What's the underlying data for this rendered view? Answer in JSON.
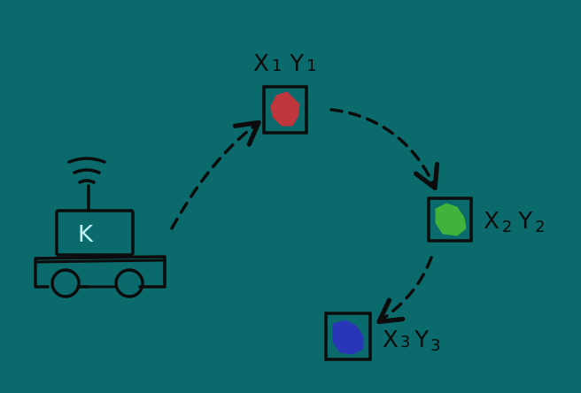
{
  "diagram": {
    "robot": {
      "label": "K",
      "body_color": "#0b7375",
      "outline_color": "#0c0c0c",
      "label_color": "#bff3f1"
    },
    "waypoints": [
      {
        "id": "wp1",
        "x_label": "X",
        "x_sub": "1",
        "y_label": "Y",
        "y_sub": "1",
        "blob_color": "#c0363d"
      },
      {
        "id": "wp2",
        "x_label": "X",
        "x_sub": "2",
        "y_label": "Y",
        "y_sub": "2",
        "blob_color": "#3fb33b"
      },
      {
        "id": "wp3",
        "x_label": "X",
        "x_sub": "3",
        "y_label": "Y",
        "y_sub": "3",
        "blob_color": "#2a36b8"
      }
    ],
    "background_color": "#0a6a6c"
  }
}
